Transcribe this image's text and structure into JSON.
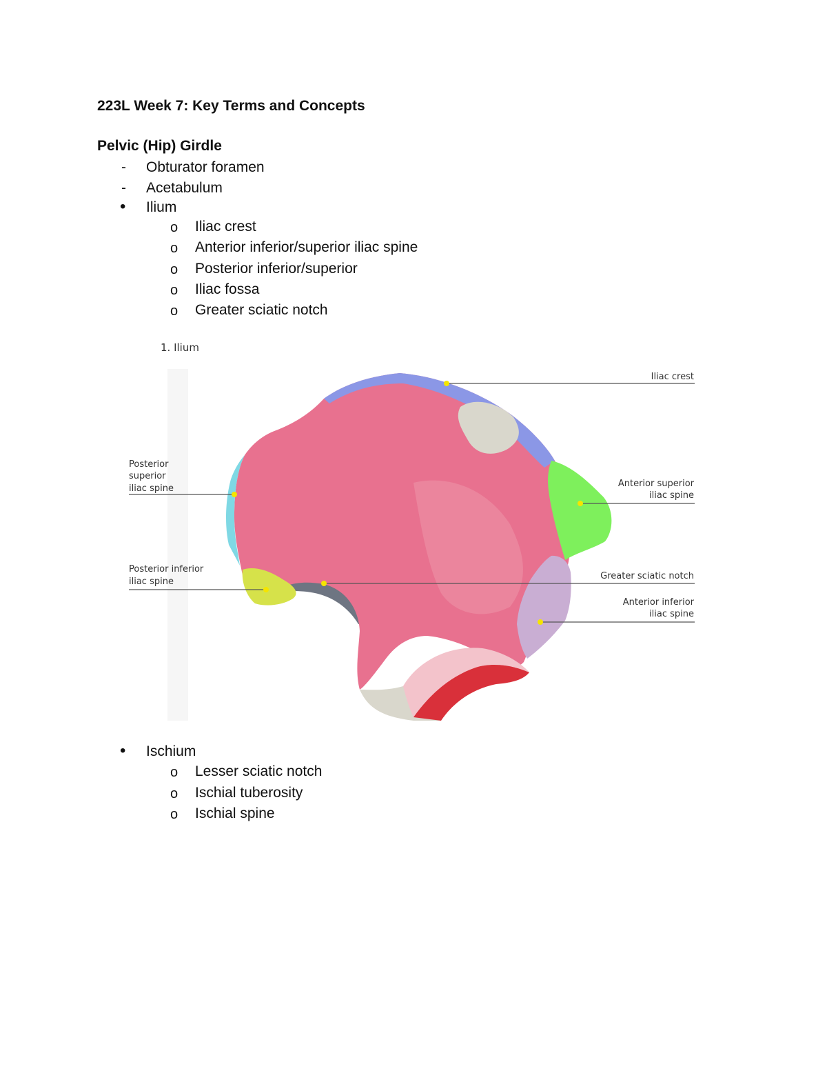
{
  "document": {
    "title": "223L Week 7: Key Terms and Concepts",
    "section_title": "Pelvic (Hip) Girdle",
    "dash_items": [
      "Obturator foramen",
      "Acetabulum"
    ],
    "ilium": {
      "label": "Ilium",
      "subitems": [
        "Iliac crest",
        "Anterior inferior/superior iliac spine",
        "Posterior inferior/superior",
        "Iliac fossa",
        "Greater sciatic notch"
      ]
    },
    "ischium": {
      "label": "Ischium",
      "subitems": [
        "Lesser sciatic notch",
        "Ischial tuberosity",
        "Ischial spine"
      ]
    },
    "markers": {
      "dash": "-",
      "bullet": "•",
      "circle": "o"
    }
  },
  "figure": {
    "caption": "1. Ilium",
    "labels": {
      "iliac_crest": "Iliac crest",
      "psis_1": "Posterior",
      "psis_2": "superior",
      "psis_3": "iliac spine",
      "asis_1": "Anterior superior",
      "asis_2": "iliac spine",
      "piis_1": "Posterior inferior",
      "piis_2": "iliac spine",
      "gsn": "Greater sciatic notch",
      "aiis_1": "Anterior inferior",
      "aiis_2": "iliac spine"
    },
    "colors": {
      "fossa": "#e8718f",
      "crest": "#8b97e6",
      "asis": "#7ef05c",
      "psis": "#7fd8e4",
      "piis": "#d6e24a",
      "notch": "#6e7582",
      "aiis": "#c9aed3",
      "tubercle": "#d9d7cc",
      "acetabulum": "#d9303a",
      "pointer": "#f5e500"
    }
  }
}
